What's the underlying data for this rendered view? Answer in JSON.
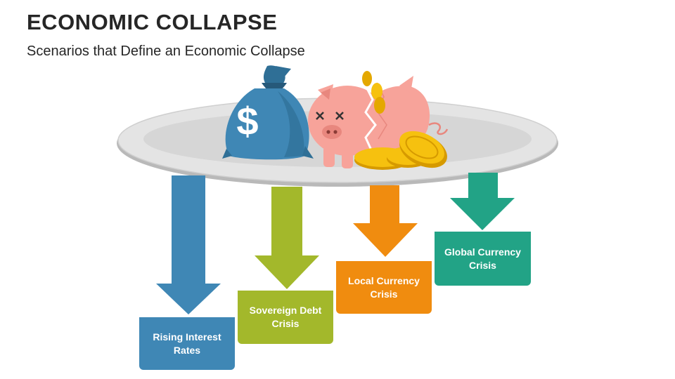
{
  "header": {
    "title": "ECONOMIC COLLAPSE",
    "subtitle": "Scenarios that Define an Economic Collapse"
  },
  "scenarios": [
    {
      "label": "Rising Interest\nRates",
      "color": "#3f87b5"
    },
    {
      "label": "Sovereign Debt\nCrisis",
      "color": "#a3b82b"
    },
    {
      "label": "Local  Currency\nCrisis",
      "color": "#f08c0f"
    },
    {
      "label": "Global Currency\nCrisis",
      "color": "#22a386"
    }
  ],
  "icons": [
    "money-bag-icon",
    "dollar-sign-icon",
    "broken-piggy-bank-icon",
    "gold-coin-icon"
  ]
}
